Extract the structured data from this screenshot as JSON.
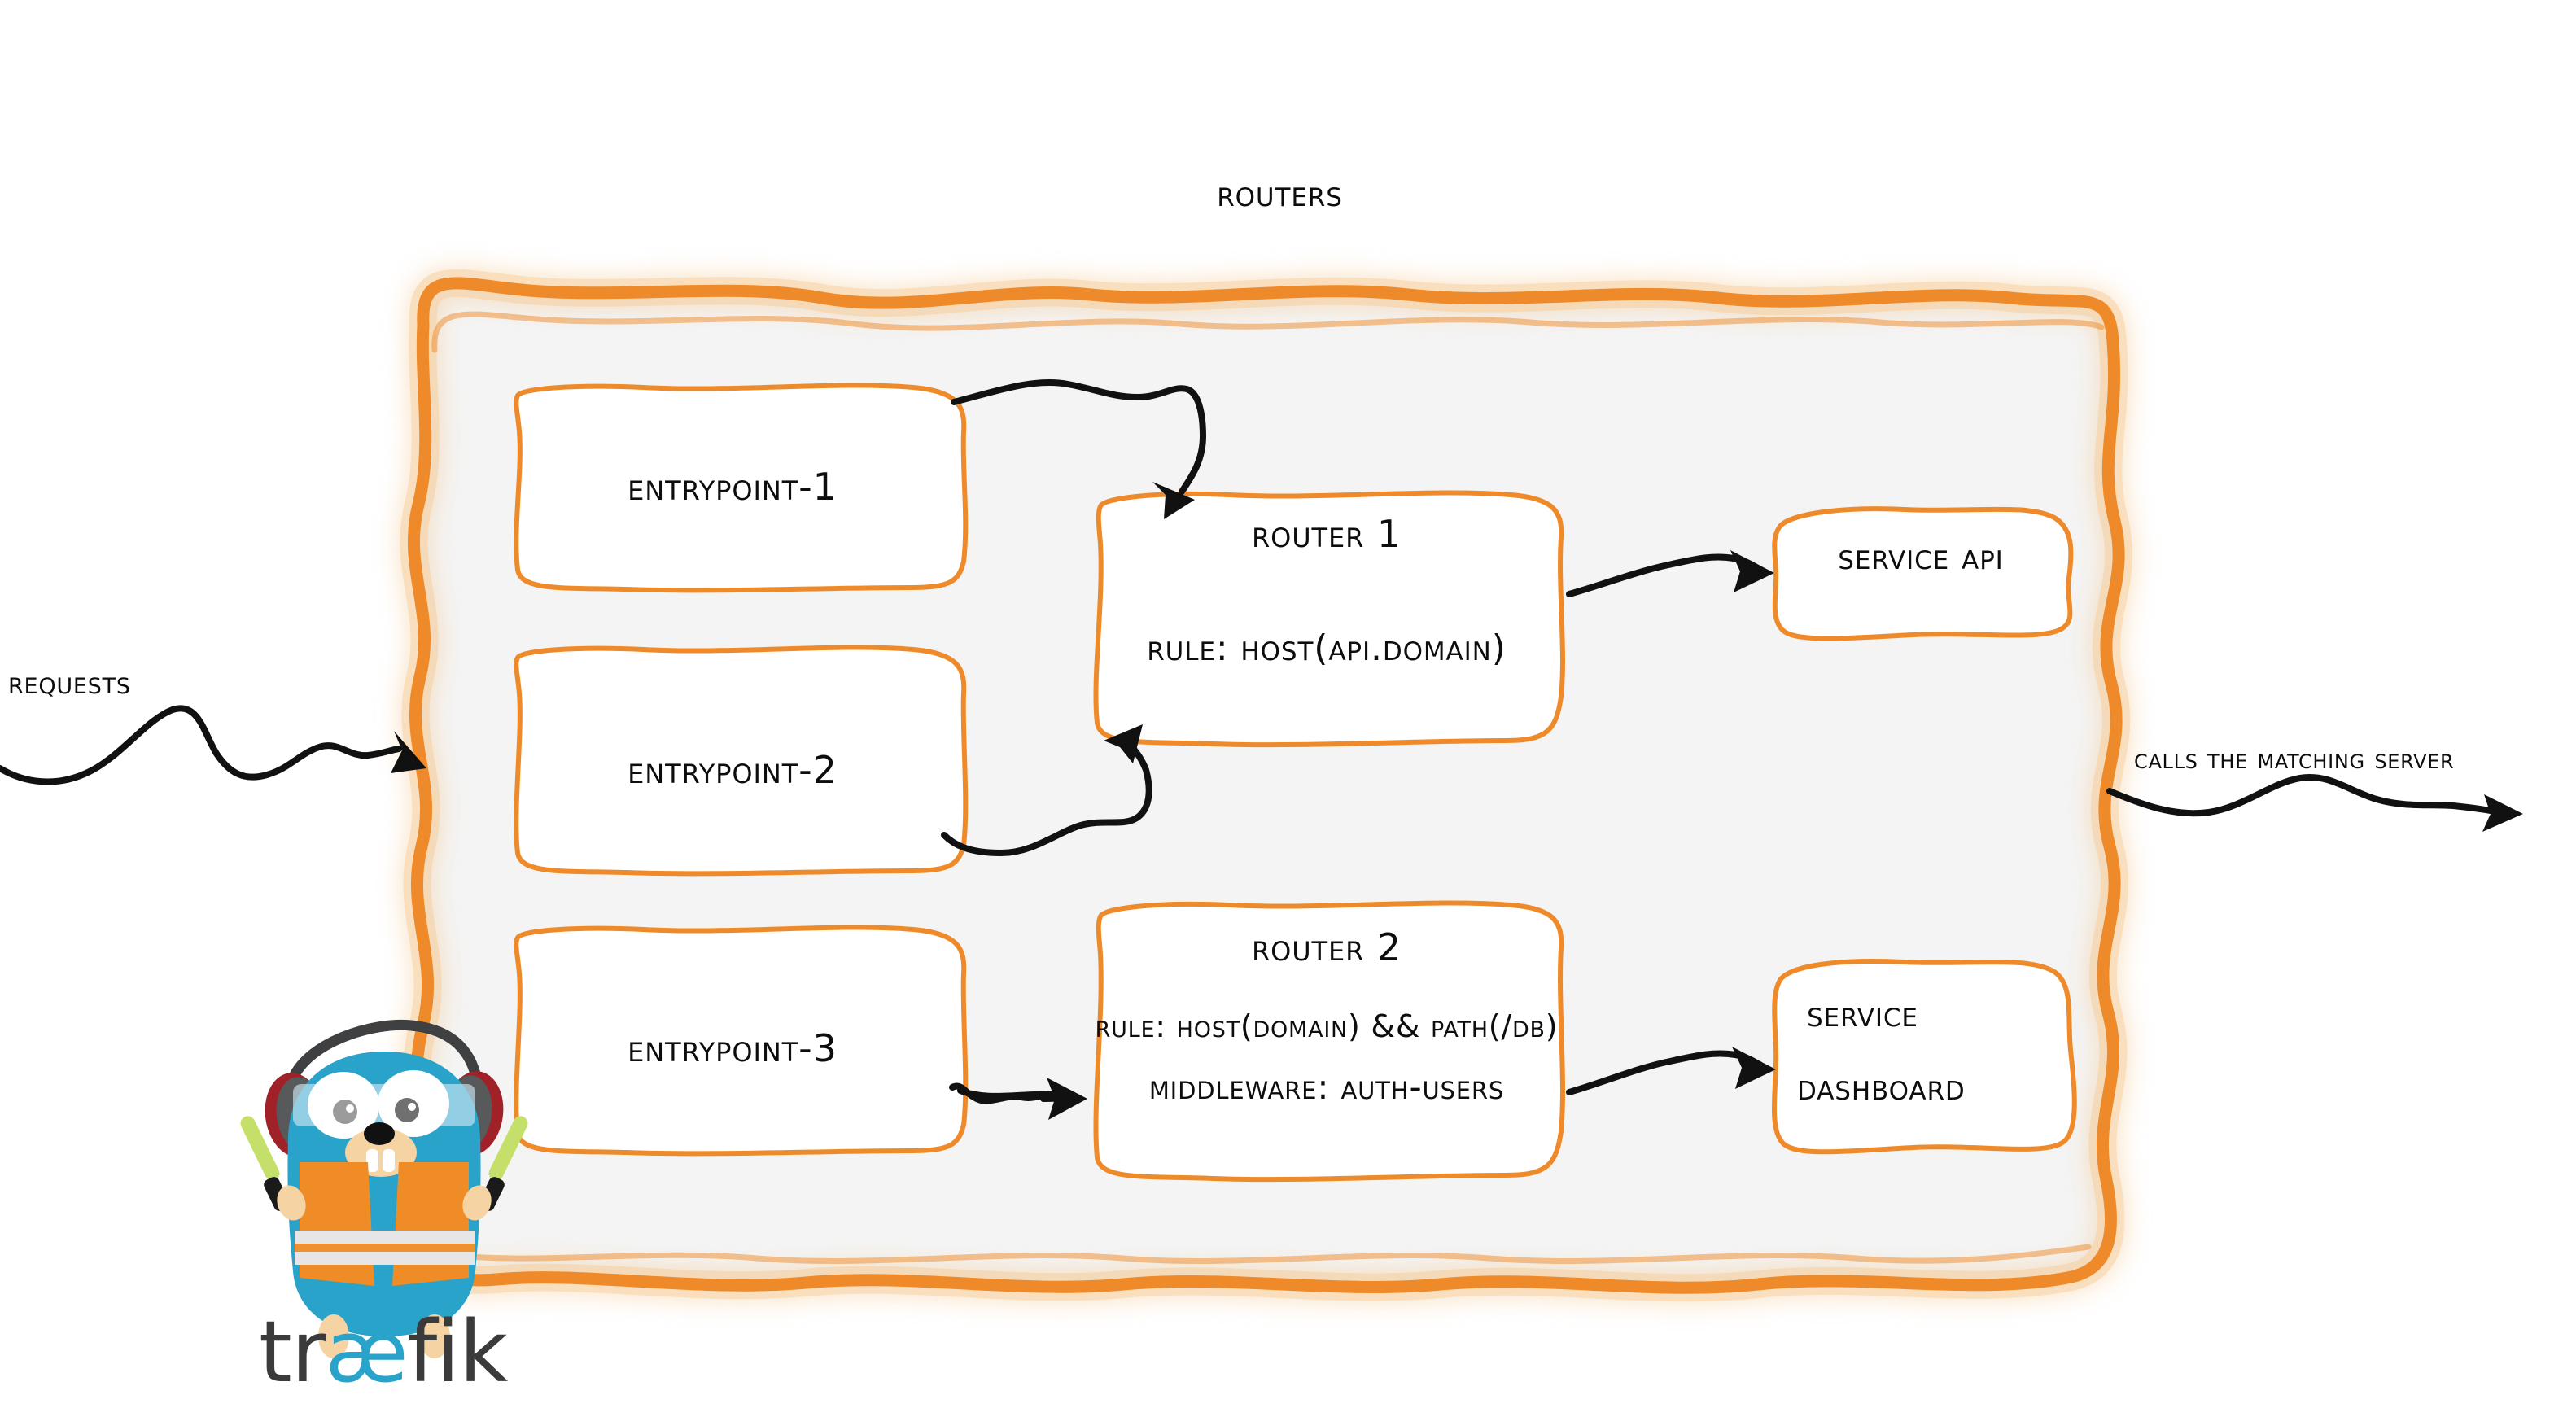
{
  "diagram": {
    "title": "Routers",
    "background": "#ffffff",
    "accent_color": "#ee8a2a",
    "panel_fill": "#f4f4f4",
    "text_color": "#0d0d0d"
  },
  "entrypoints": [
    {
      "label": "entrypoint-1"
    },
    {
      "label": "entrypoint-2"
    },
    {
      "label": "entrypoint-3"
    }
  ],
  "routers": [
    {
      "title": "Router 1",
      "rule": "rule: Host(api.domain)",
      "middleware": null
    },
    {
      "title": "Router 2",
      "rule": "rule: Host(domain) && Path(/db)",
      "middleware": "Middleware: auth-users"
    }
  ],
  "services": [
    {
      "label": "Service API",
      "line1": "Service API",
      "line2": ""
    },
    {
      "label": "Service Dashboard",
      "line1": "Service",
      "line2": "Dashboard"
    }
  ],
  "annotations": {
    "incoming": "Requests",
    "outgoing": "Calls the matching server"
  },
  "logo": {
    "name": "traefik",
    "word_prefix": "tr",
    "word_ligature": "æ",
    "word_suffix": "fik",
    "mascot": "traefik-gopher-mascot",
    "mascot_colors": {
      "body": "#29a3c9",
      "vest": "#ef8c26",
      "vest_stripe": "#e6e6e6",
      "headphones": "#58595b",
      "headphone_ring": "#a02128",
      "wand": "#c5e06a",
      "wand_handle": "#1a1a1a",
      "muzzle": "#f6d3a3",
      "goggles": "#cde6f2"
    },
    "word_colors": {
      "dark": "#3b3b3b",
      "accent": "#29a3c9"
    }
  }
}
